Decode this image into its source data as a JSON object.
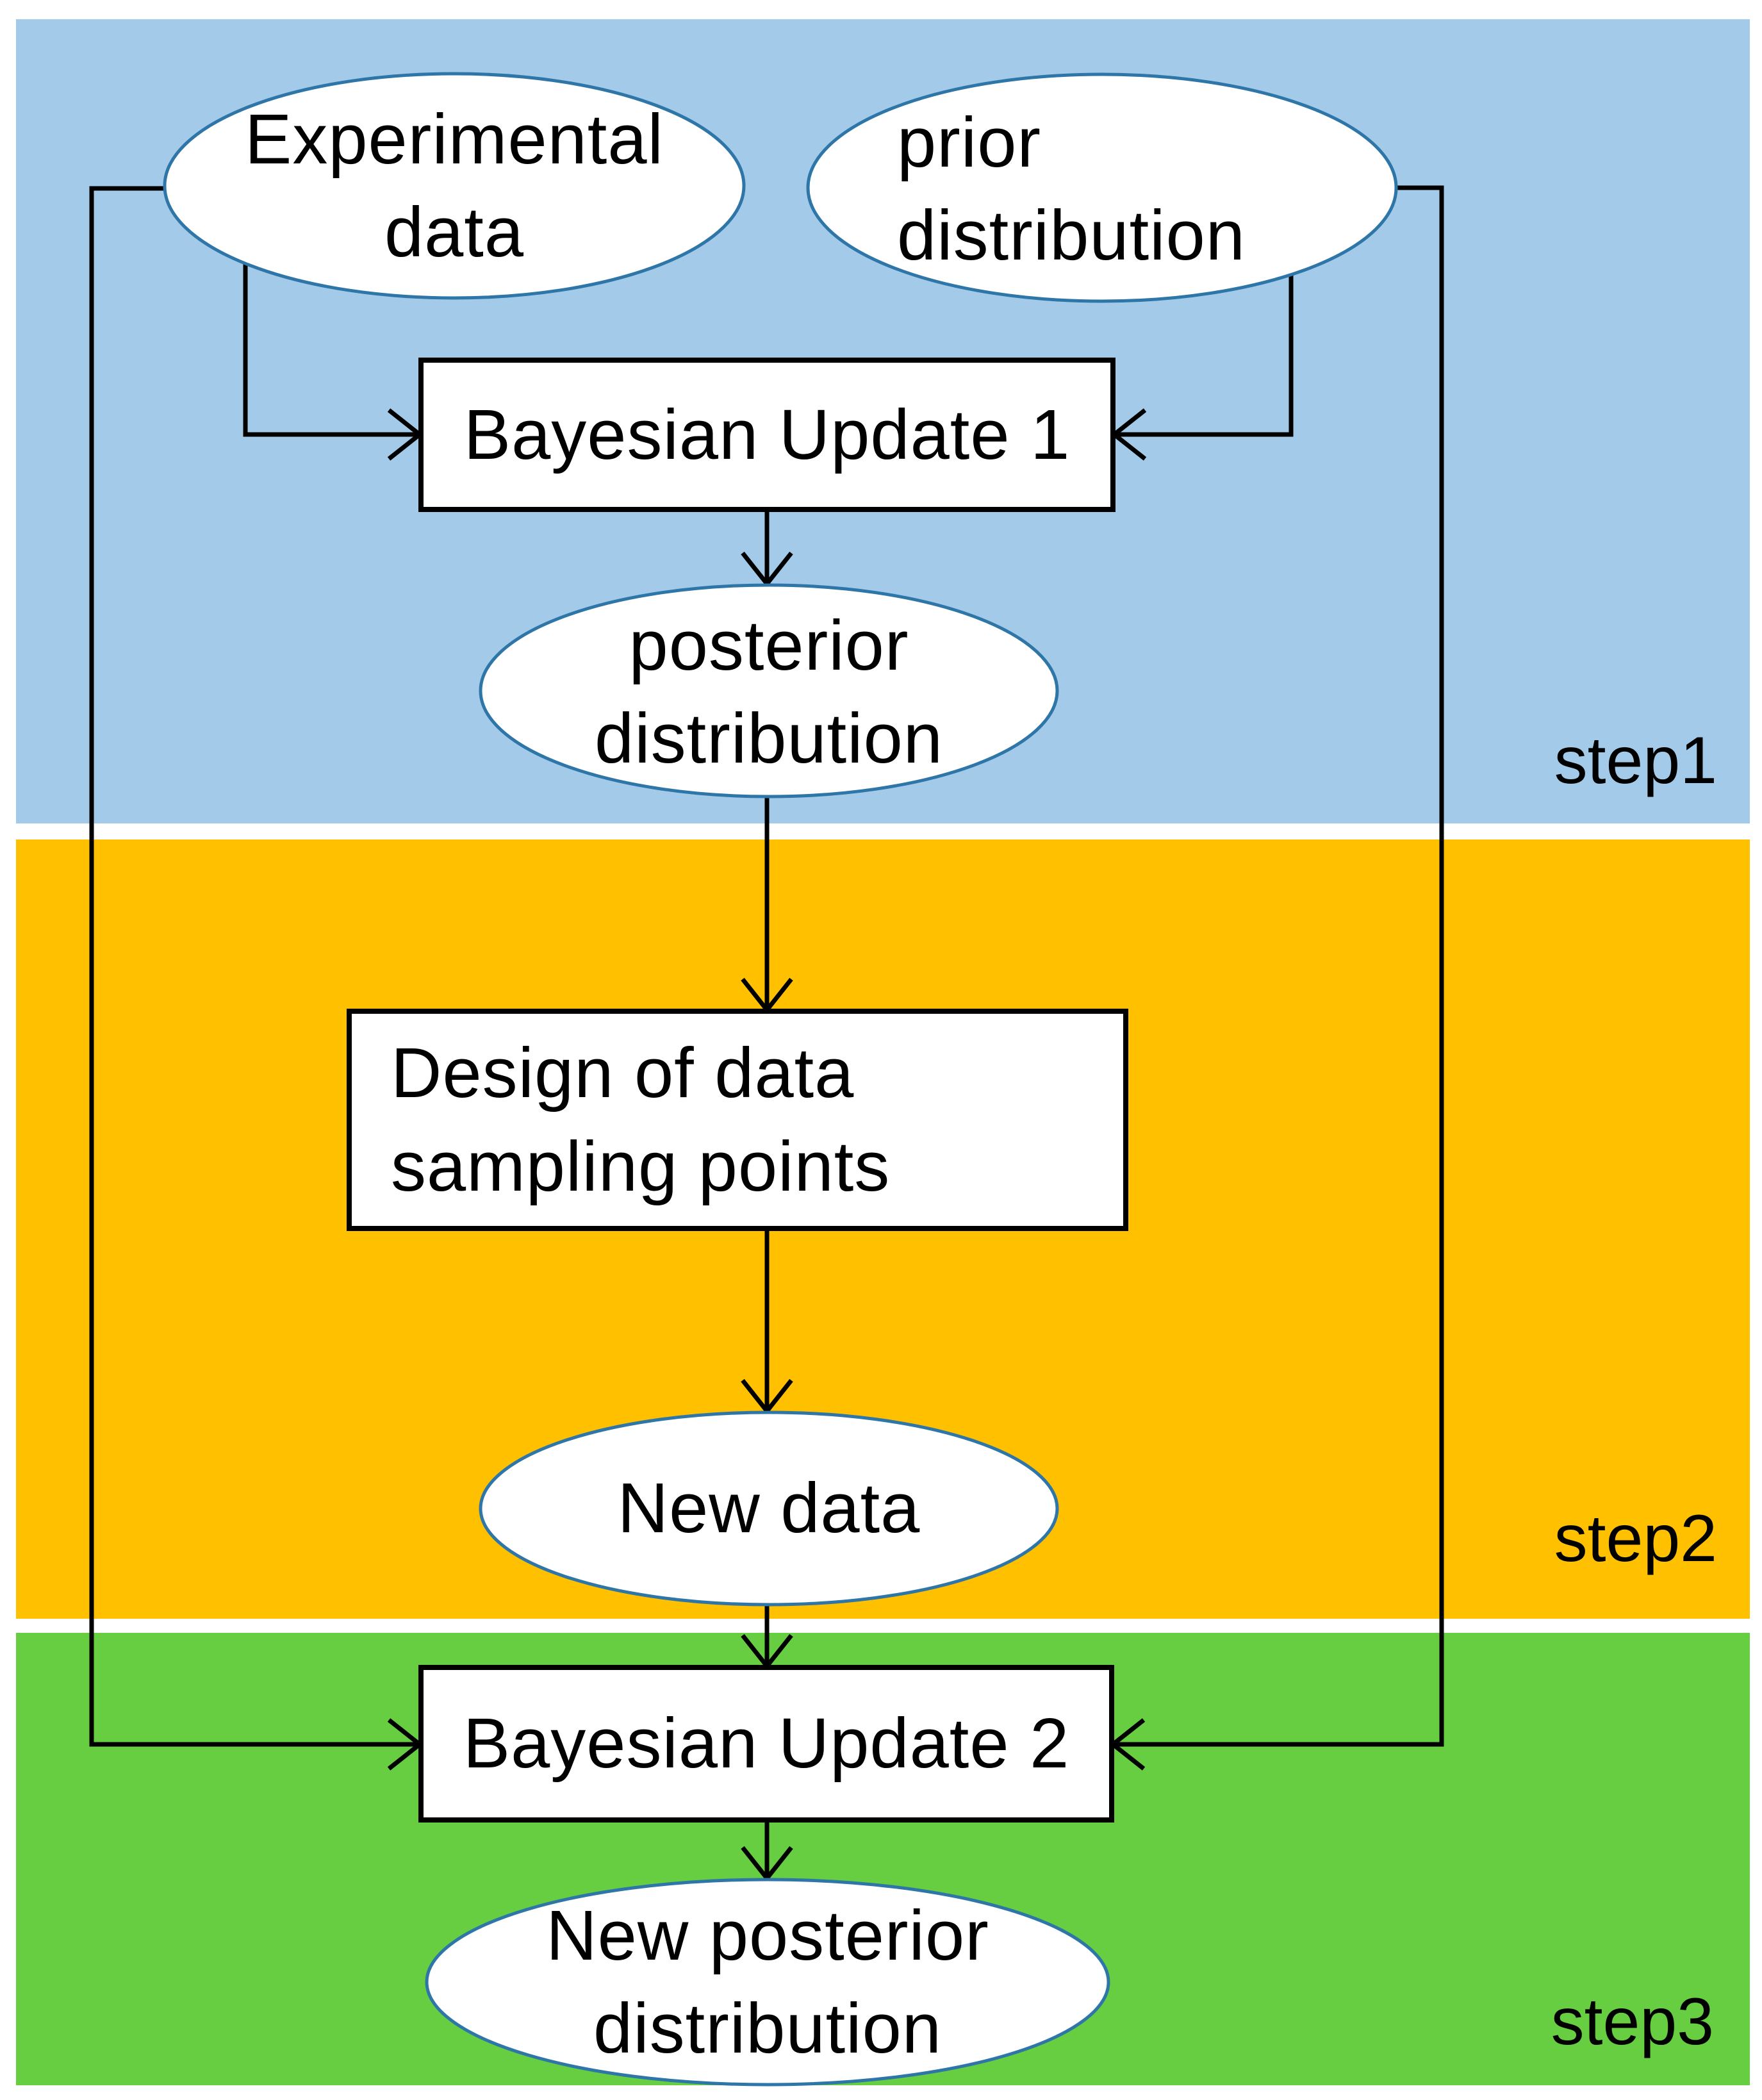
{
  "colors": {
    "background": "#FFFFFF",
    "step1_band": "#A3CBE9",
    "step2_band": "#FFC000",
    "step3_band": "#67CD41",
    "ellipse_fill": "#FFFFFF",
    "ellipse_stroke": "#2E75A8",
    "box_fill": "#FFFFFF",
    "box_stroke": "#000000",
    "connector": "#000000",
    "text": "#000000"
  },
  "nodes": {
    "experimental_data": {
      "line1": "Experimental",
      "line2": "data"
    },
    "prior_distribution": {
      "line1": "prior",
      "line2": "distribution"
    },
    "bayesian_update_1": {
      "label": "Bayesian Update 1"
    },
    "posterior_distribution": {
      "line1": "posterior",
      "line2": "distribution"
    },
    "design_sampling": {
      "line1": "Design of data",
      "line2": "sampling points"
    },
    "new_data": {
      "label": "New data"
    },
    "bayesian_update_2": {
      "label": "Bayesian Update 2"
    },
    "new_posterior_distribution": {
      "line1": "New posterior",
      "line2": "distribution"
    }
  },
  "step_labels": {
    "step1": "step1",
    "step2": "step2",
    "step3": "step3"
  }
}
